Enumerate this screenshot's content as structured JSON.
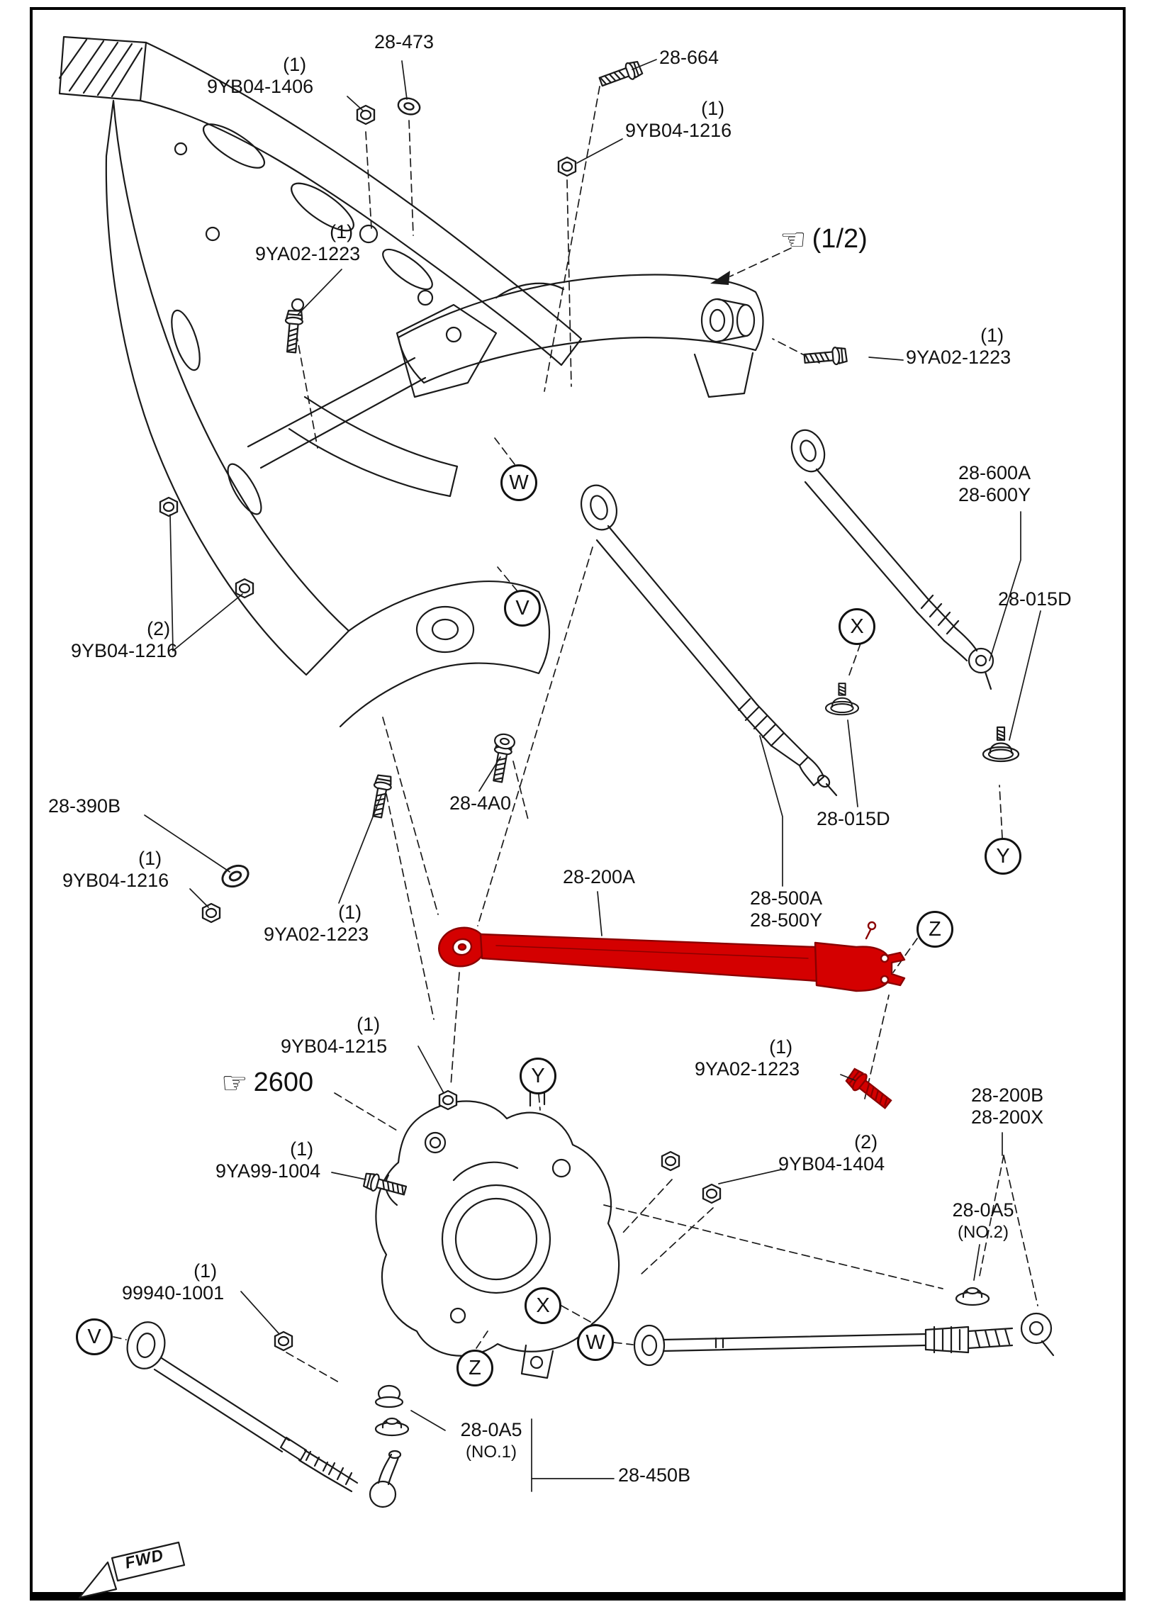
{
  "diagram": {
    "subject": "rear-suspension-exploded-parts-diagram",
    "highlighted_part": "28-200A",
    "colors": {
      "line": "#1a1a1a",
      "highlight": "#d40000",
      "highlight_dark": "#8a0000",
      "background": "#ffffff"
    },
    "fwd": "FWD",
    "markers": {
      "v": "V",
      "w": "W",
      "x": "X",
      "y": "Y",
      "z": "Z"
    },
    "references": {
      "half": {
        "icon": "hand-left-icon",
        "glyph": "☜",
        "text": "(1/2)"
      },
      "r2600": {
        "icon": "hand-right-icon",
        "glyph": "☞",
        "text": "2600"
      }
    },
    "labels": {
      "p28_473": {
        "num": "28-473"
      },
      "n9yb04_1406": {
        "qty": "(1)",
        "num": "9YB04-1406"
      },
      "p28_664": {
        "num": "28-664"
      },
      "n9yb04_1216_top": {
        "qty": "(1)",
        "num": "9YB04-1216"
      },
      "n9ya02_1223_a": {
        "qty": "(1)",
        "num": "9YA02-1223"
      },
      "n9ya02_1223_b": {
        "qty": "(1)",
        "num": "9YA02-1223"
      },
      "p28_600": {
        "line1": "28-600A",
        "line2": "28-600Y"
      },
      "p28_015d_r": {
        "num": "28-015D"
      },
      "n9yb04_1216_mid": {
        "qty": "(2)",
        "num": "9YB04-1216"
      },
      "p28_390b": {
        "num": "28-390B"
      },
      "n9yb04_1216_low": {
        "qty": "(1)",
        "num": "9YB04-1216"
      },
      "p28_4a0": {
        "num": "28-4A0"
      },
      "p28_200a": {
        "num": "28-200A"
      },
      "p28_500": {
        "line1": "28-500A",
        "line2": "28-500Y"
      },
      "p28_015d_m": {
        "num": "28-015D"
      },
      "n9ya02_1223_c": {
        "qty": "(1)",
        "num": "9YA02-1223"
      },
      "n9yb04_1215": {
        "qty": "(1)",
        "num": "9YB04-1215"
      },
      "n9ya99_1004": {
        "qty": "(1)",
        "num": "9YA99-1004"
      },
      "n9ya02_1223_d": {
        "qty": "(1)",
        "num": "9YA02-1223"
      },
      "n9yb04_1404": {
        "qty": "(2)",
        "num": "9YB04-1404"
      },
      "p28_200bx": {
        "line1": "28-200B",
        "line2": "28-200X"
      },
      "p28_0a5_no2": {
        "num": "28-0A5",
        "sub": "(NO.2)"
      },
      "n99940_1001": {
        "qty": "(1)",
        "num": "99940-1001"
      },
      "p28_0a5_no1": {
        "num": "28-0A5",
        "sub": "(NO.1)"
      },
      "p28_450b": {
        "num": "28-450B"
      }
    }
  }
}
